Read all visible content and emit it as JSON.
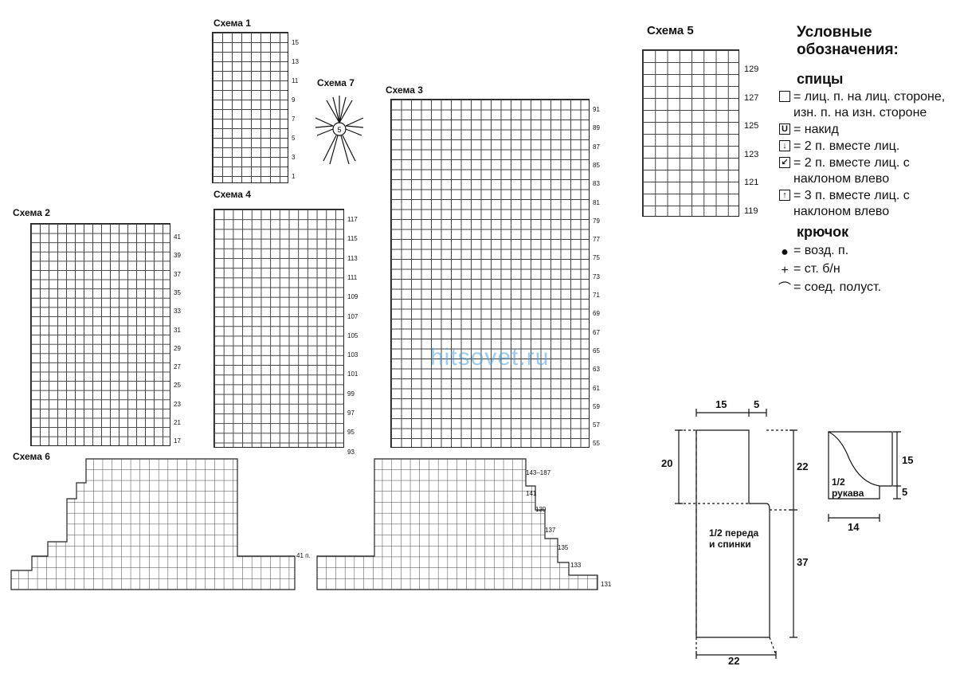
{
  "schemes": [
    {
      "id": "s1",
      "title": "Схема 1",
      "rows": [
        "15",
        "13",
        "11",
        "9",
        "7",
        "5",
        "3",
        "1"
      ]
    },
    {
      "id": "s2",
      "title": "Схема 2",
      "rows": [
        "41",
        "39",
        "37",
        "35",
        "33",
        "31",
        "29",
        "27",
        "25",
        "23",
        "21",
        "17"
      ]
    },
    {
      "id": "s3",
      "title": "Схема 3",
      "rows": [
        "91",
        "89",
        "87",
        "85",
        "83",
        "81",
        "79",
        "77",
        "75",
        "73",
        "71",
        "69",
        "67",
        "65",
        "63",
        "61",
        "59",
        "57",
        "55"
      ]
    },
    {
      "id": "s4",
      "title": "Схема 4",
      "rows": [
        "117",
        "115",
        "113",
        "111",
        "109",
        "107",
        "105",
        "103",
        "101",
        "99",
        "97",
        "95",
        "93"
      ]
    },
    {
      "id": "s5",
      "title": "Схема 5",
      "rows": [
        "129",
        "127",
        "125",
        "123",
        "121",
        "119"
      ]
    },
    {
      "id": "s6",
      "title": "Схема 6",
      "rows_left": [
        "41 п."
      ],
      "rows_right": [
        "143–187",
        "141",
        "139",
        "137",
        "135",
        "133",
        "131"
      ]
    },
    {
      "id": "s7",
      "title": "Схема 7",
      "center": "5"
    }
  ],
  "legend": {
    "heading": "Условные обозначения:",
    "needles_heading": "спицы",
    "hook_heading": "крючок",
    "items": [
      {
        "symbol": "",
        "text": "= лиц. п. на лиц. стороне, изн. п. на изн. стороне"
      },
      {
        "symbol": "U",
        "text": "= накид"
      },
      {
        "symbol": "↓",
        "text": "= 2 п. вместе лиц."
      },
      {
        "symbol": "↙",
        "text": "= 2 п. вместе лиц. с наклоном влево"
      },
      {
        "symbol": "↑",
        "text": "= 3 п. вместе лиц. с наклоном влево"
      }
    ],
    "hook_items": [
      {
        "symbol": "●",
        "text": "= возд. п."
      },
      {
        "symbol": "+",
        "text": "= ст. б/н"
      },
      {
        "symbol": "⌒",
        "text": "= соед. полуст."
      }
    ]
  },
  "watermark": "hitsovet.ru",
  "pattern": {
    "top_width": "15",
    "shoulder": "5",
    "armhole": "20",
    "upper_side": "22",
    "lower_side": "37",
    "bottom": "22",
    "body_label": "1/2 переда и спинки",
    "sleeve_label": "1/2 рукава",
    "sleeve_height": "15",
    "sleeve_small": "5",
    "sleeve_width": "14"
  }
}
